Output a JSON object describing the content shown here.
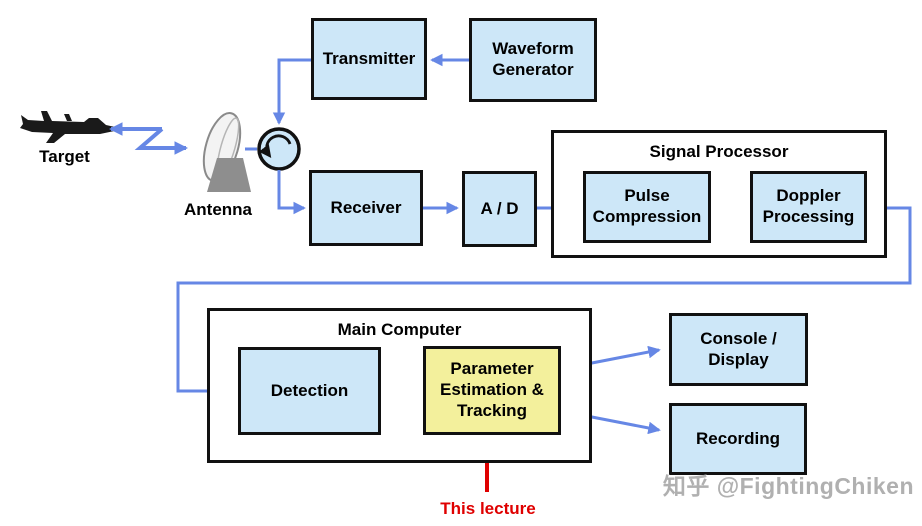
{
  "colors": {
    "box_fill": "#CDE7F8",
    "box_border": "#111111",
    "highlight_fill": "#F3F09C",
    "arrow_blue": "#6687E5",
    "annotation_red": "#DF0000",
    "watermark_gray": "#B0B0B0"
  },
  "nodes": {
    "transmitter": {
      "label": "Transmitter"
    },
    "waveform_generator": {
      "label": "Waveform Generator"
    },
    "receiver": {
      "label": "Receiver"
    },
    "ad_converter": {
      "label": "A / D"
    },
    "pulse_compression": {
      "label": "Pulse Compression"
    },
    "doppler_processing": {
      "label": "Doppler Processing"
    },
    "detection": {
      "label": "Detection"
    },
    "parameter_estimation": {
      "label": "Parameter Estimation & Tracking",
      "highlighted": true
    },
    "console_display": {
      "label": "Console / Display"
    },
    "recording": {
      "label": "Recording"
    }
  },
  "containers": {
    "signal_processor": {
      "label": "Signal Processor"
    },
    "main_computer": {
      "label": "Main Computer"
    }
  },
  "scene": {
    "target_label": "Target",
    "antenna_label": "Antenna",
    "target_icon": "fighter-jet-icon",
    "antenna_icon": "dish-antenna-icon",
    "circulator_icon": "circulator-icon"
  },
  "annotation": {
    "text": "This lecture"
  },
  "watermark": {
    "text": "知乎 @FightingChiken"
  }
}
